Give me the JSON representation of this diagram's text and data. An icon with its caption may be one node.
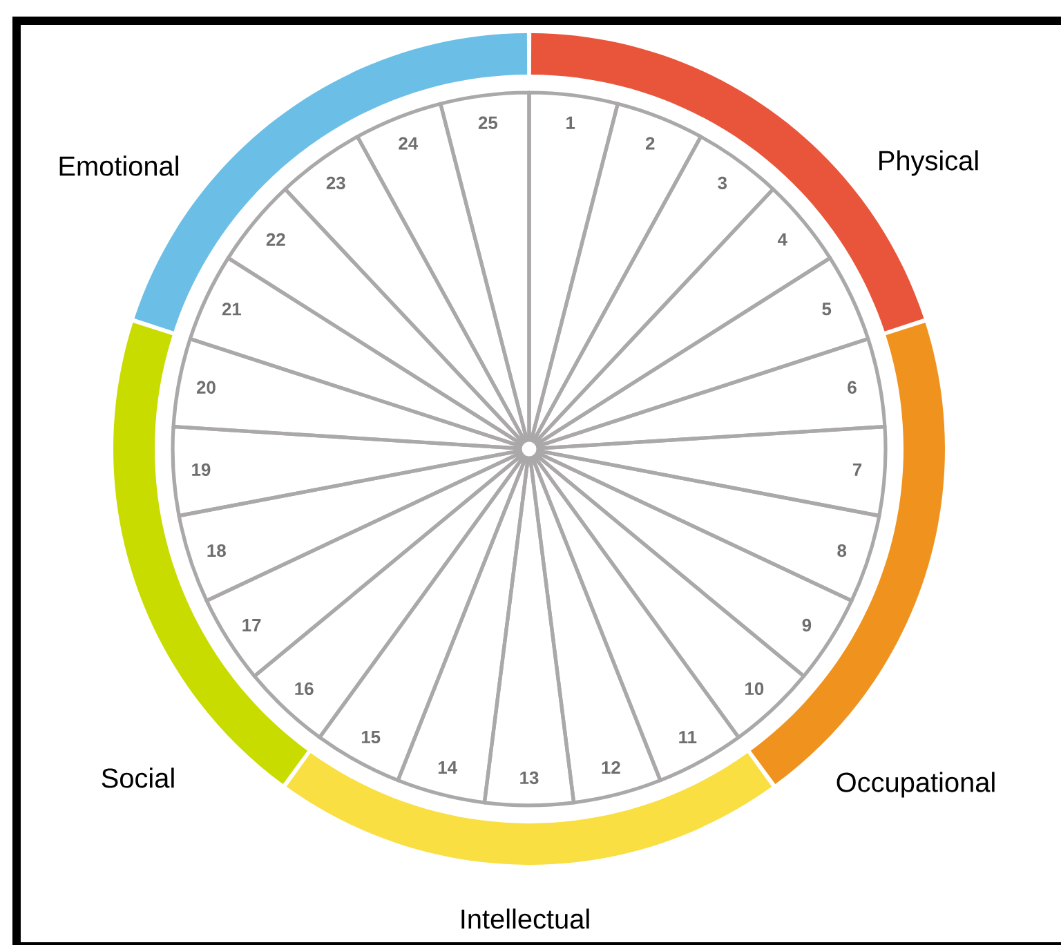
{
  "diagram": {
    "nodes": [
      {
        "text": [
          "Physical"
        ]
      },
      {
        "text": [
          "Occupational"
        ]
      },
      {
        "text": [
          "Intellectual"
        ]
      },
      {
        "text": [
          "Social"
        ]
      },
      {
        "text": [
          "Emotional"
        ]
      },
      {
        "text": [
          "1"
        ]
      },
      {
        "text": [
          "2"
        ]
      },
      {
        "text": [
          "3"
        ]
      },
      {
        "text": [
          "4"
        ]
      },
      {
        "text": [
          "5"
        ]
      },
      {
        "text": [
          "6"
        ]
      },
      {
        "text": [
          "7"
        ]
      },
      {
        "text": [
          "8"
        ]
      },
      {
        "text": [
          "9"
        ]
      },
      {
        "text": [
          "10"
        ]
      },
      {
        "text": [
          "11"
        ]
      },
      {
        "text": [
          "12"
        ]
      },
      {
        "text": [
          "13"
        ]
      },
      {
        "text": [
          "14"
        ]
      },
      {
        "text": [
          "15"
        ]
      },
      {
        "text": [
          "16"
        ]
      },
      {
        "text": [
          "17"
        ]
      },
      {
        "text": [
          "18"
        ]
      },
      {
        "text": [
          "19"
        ]
      },
      {
        "text": [
          "20"
        ]
      },
      {
        "text": [
          "21"
        ]
      },
      {
        "text": [
          "22"
        ]
      },
      {
        "text": [
          "23"
        ]
      },
      {
        "text": [
          "24"
        ]
      },
      {
        "text": [
          "25"
        ]
      }
    ]
  }
}
